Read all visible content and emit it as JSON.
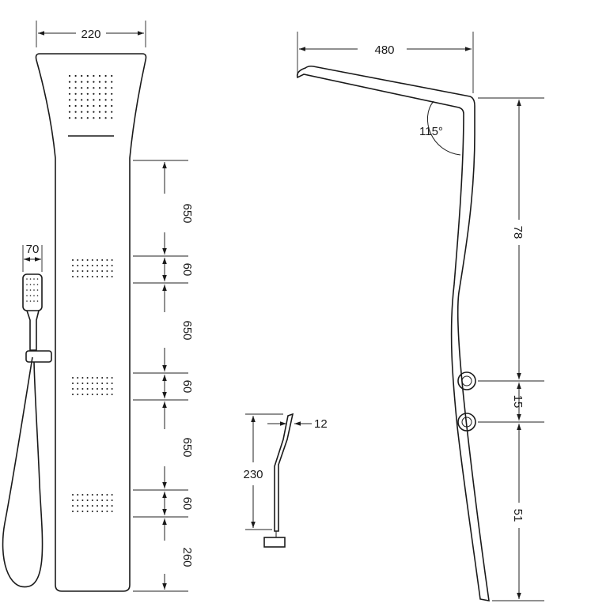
{
  "dimensions": {
    "front_width": "220",
    "handset_width": "70",
    "seg_a": "650",
    "gap_a": "60",
    "seg_b": "650",
    "gap_b": "60",
    "seg_c": "650",
    "gap_c": "60",
    "bottom_seg": "260",
    "side_width": "480",
    "angle": "115°",
    "side_upper": "78",
    "side_mid": "15",
    "side_lower": "51",
    "bracket_height": "230",
    "bracket_thickness": "12"
  }
}
